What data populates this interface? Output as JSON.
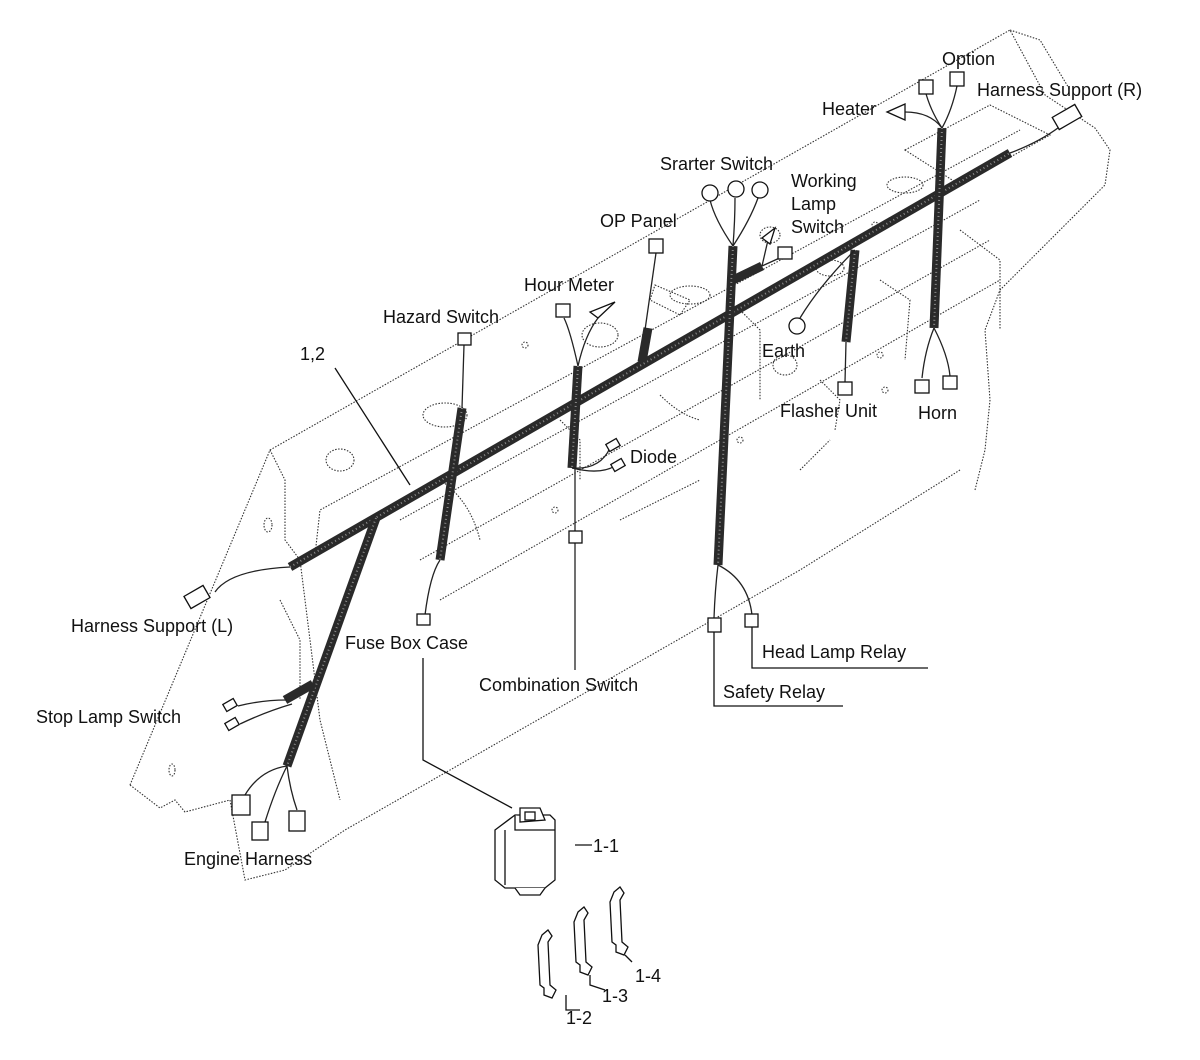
{
  "labels": {
    "option": "Option",
    "harness_support_r": "Harness Support (R)",
    "heater": "Heater",
    "starter_switch": "Srarter Switch",
    "working_lamp_switch_1": "Working",
    "working_lamp_switch_2": "Lamp",
    "working_lamp_switch_3": "Switch",
    "op_panel": "OP Panel",
    "hour_meter": "Hour Meter",
    "hazard_switch": "Hazard Switch",
    "callout_1_2": "1,2",
    "earth": "Earth",
    "flasher_unit": "Flasher Unit",
    "horn": "Horn",
    "diode": "Diode",
    "harness_support_l": "Harness Support (L)",
    "fuse_box_case": "Fuse Box Case",
    "combination_switch": "Combination Switch",
    "head_lamp_relay": "Head Lamp Relay",
    "safety_relay": "Safety Relay",
    "stop_lamp_switch": "Stop Lamp Switch",
    "engine_harness": "Engine Harness",
    "part_1_1": "1-1",
    "part_1_2": "1-2",
    "part_1_3": "1-3",
    "part_1_4": "1-4"
  }
}
